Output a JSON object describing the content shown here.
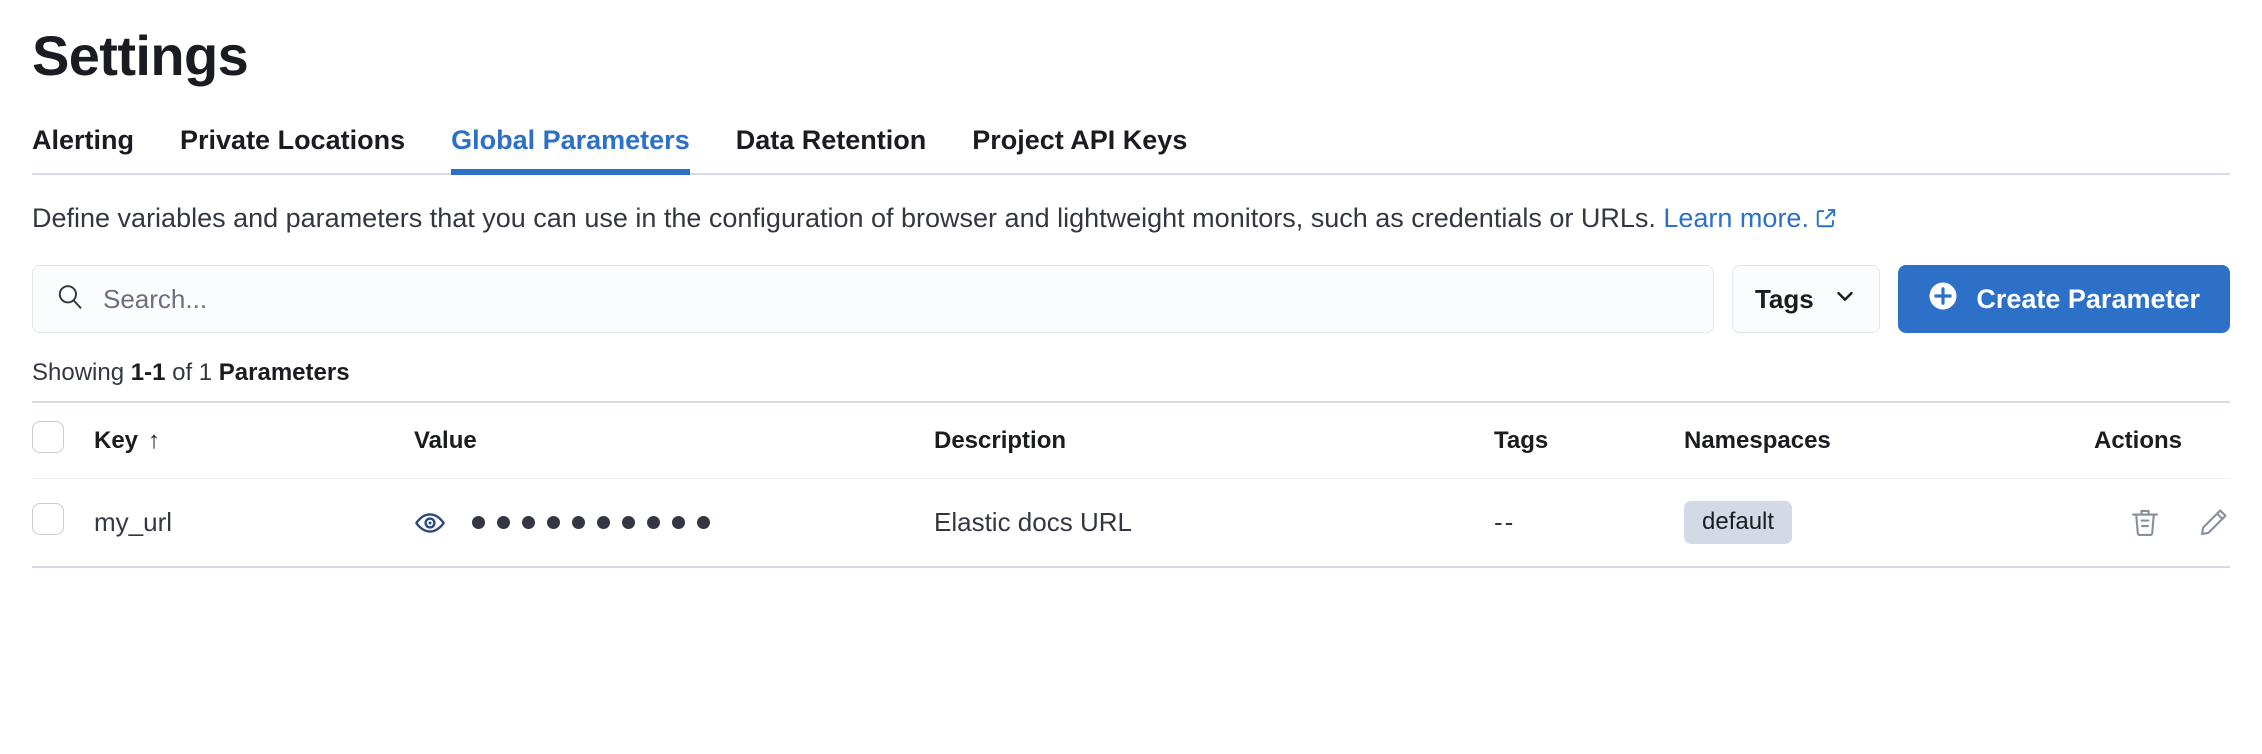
{
  "header": {
    "title": "Settings"
  },
  "tabs": [
    {
      "label": "Alerting",
      "active": false
    },
    {
      "label": "Private Locations",
      "active": false
    },
    {
      "label": "Global Parameters",
      "active": true
    },
    {
      "label": "Data Retention",
      "active": false
    },
    {
      "label": "Project API Keys",
      "active": false
    }
  ],
  "description": {
    "text": "Define variables and parameters that you can use in the configuration of browser and lightweight monitors, such as credentials or URLs. ",
    "link_label": "Learn more.",
    "link_icon": "external-link-icon"
  },
  "toolbar": {
    "search_placeholder": "Search...",
    "search_value": "",
    "search_icon": "search-icon",
    "tags_label": "Tags",
    "tags_chevron": "chevron-down-icon",
    "create_label": "Create Parameter",
    "create_icon": "plus-in-circle-icon"
  },
  "summary": {
    "prefix": "Showing ",
    "range": "1-1",
    "middle": " of 1 ",
    "noun": "Parameters"
  },
  "table": {
    "columns": [
      {
        "key": "select",
        "label": ""
      },
      {
        "key": "key",
        "label": "Key",
        "sort": "↑"
      },
      {
        "key": "value",
        "label": "Value"
      },
      {
        "key": "description",
        "label": "Description"
      },
      {
        "key": "tags",
        "label": "Tags"
      },
      {
        "key": "namespaces",
        "label": "Namespaces"
      },
      {
        "key": "actions",
        "label": "Actions"
      }
    ],
    "rows": [
      {
        "key": "my_url",
        "value_masked_dots": 10,
        "value_toggle_icon": "eye-icon",
        "description": "Elastic docs URL",
        "tags": "--",
        "namespaces": [
          "default"
        ],
        "actions": [
          "trash-icon",
          "pencil-icon"
        ]
      }
    ]
  },
  "colors": {
    "accent": "#2c70c7",
    "text": "#343741",
    "heading": "#1a1c21",
    "border": "#d3dae6",
    "badge_bg": "#d3dae6",
    "eye": "#2c4a7c",
    "icon_gray": "#87909f"
  }
}
